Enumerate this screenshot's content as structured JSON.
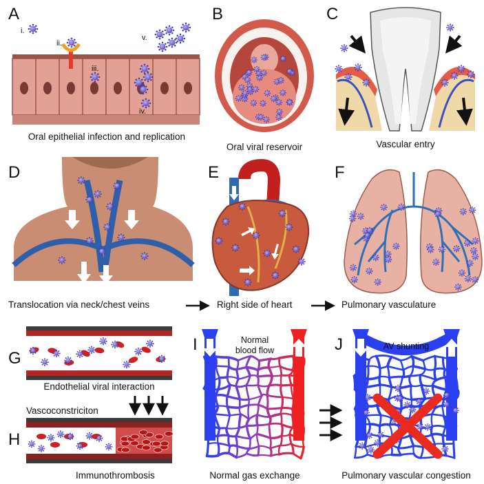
{
  "panels": {
    "A": {
      "letter": "A",
      "caption": "Oral epithelial infection and replication",
      "steps": [
        "i.",
        "ii.",
        "iii.",
        "iv.",
        "v."
      ]
    },
    "B": {
      "letter": "B",
      "caption": "Oral viral reservoir"
    },
    "C": {
      "letter": "C",
      "caption": "Vascular entry"
    },
    "D": {
      "letter": "D",
      "caption": "Translocation via neck/chest veins"
    },
    "E": {
      "letter": "E",
      "caption": "Right side of heart"
    },
    "F": {
      "letter": "F",
      "caption": "Pulmonary vasculature"
    },
    "G": {
      "letter": "G",
      "caption": "Endothelial viral interaction"
    },
    "H": {
      "letter": "H",
      "caption": "Immunothrombosis",
      "top_caption": "Vascoconstriciton"
    },
    "I": {
      "letter": "I",
      "caption": "Normal gas exchange",
      "label_line1": "Normal",
      "label_line2": "blood flow"
    },
    "J": {
      "letter": "J",
      "caption": "Pulmonary vascular congestion",
      "label": "AV shunting"
    }
  },
  "colors": {
    "virus": "#7b6fd8",
    "vein": "#3a6fb8",
    "artery": "#d42a2a",
    "skin": "#c98f74",
    "cell": "#e5a196",
    "lung": "#e9b3a4",
    "cross": "#e82a1f"
  }
}
